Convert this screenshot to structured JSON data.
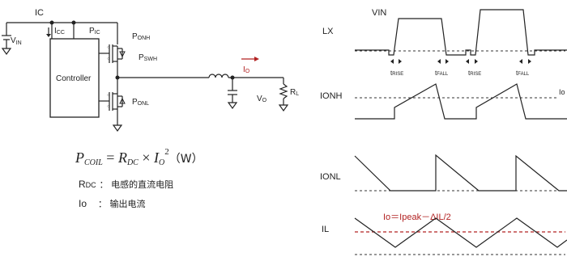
{
  "circuit": {
    "label_ic": "IC",
    "label_vin_main": "V",
    "label_vin_sub": "IN",
    "label_icc_main": "I",
    "label_icc_sub": "CC",
    "label_pic_main": "P",
    "label_pic_sub": "IC",
    "label_ponh_main": "P",
    "label_ponh_sub": "ONH",
    "label_pswh_main": "P",
    "label_pswh_sub": "SWH",
    "label_ponl_main": "P",
    "label_ponl_sub": "ONL",
    "controller": "Controller",
    "label_io_main": "I",
    "label_io_sub": "O",
    "label_vo_main": "V",
    "label_vo_sub": "O",
    "label_rl_main": "R",
    "label_rl_sub": "L",
    "colors": {
      "accent_red": "#b22222",
      "line": "#222222"
    }
  },
  "formula": {
    "lhs_main": "P",
    "lhs_sub": "COIL",
    "eq": " = ",
    "rdc_main": "R",
    "rdc_sub": "DC",
    "times": " × ",
    "io_main": "I",
    "io_sub": "O",
    "exp": "2",
    "unit": "（W）"
  },
  "legend": {
    "rdc_main": "R",
    "rdc_sub": "DC",
    "rdc_desc": "：  电感的直流电阻",
    "io_label": "Io",
    "io_desc": "：  输出电流"
  },
  "waveforms": {
    "lx": "LX",
    "vin": "VIN",
    "ionh": "IONH",
    "ionl": "IONL",
    "il": "IL",
    "io_right": "Io",
    "trise_main": "t",
    "trise_sub": "RISE",
    "tfall_main": "t",
    "tfall_sub": "FALL",
    "il_formula": "Io＝Ipeak－ΔIL/2"
  }
}
